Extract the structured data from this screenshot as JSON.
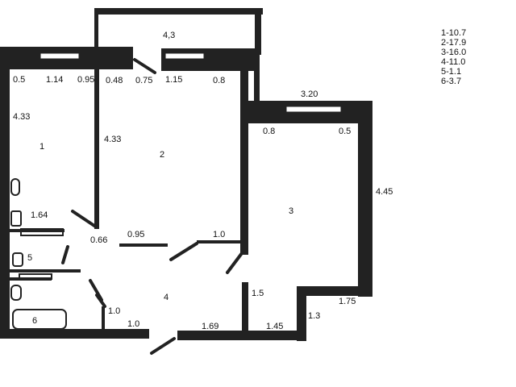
{
  "balcony_area": "4,3",
  "rooms": {
    "r1": "1",
    "r2": "2",
    "r3": "3",
    "r4": "4",
    "r5": "5",
    "r6": "6"
  },
  "dimensions": {
    "d_0_5": "0.5",
    "d_1_14": "1.14",
    "d_0_95_top": "0.95",
    "d_0_48": "0.48",
    "d_0_75": "0.75",
    "d_1_15": "1.15",
    "d_0_8_top": "0.8",
    "d_3_20": "3.20",
    "d_0_8_r3": "0.8",
    "d_0_5_r3": "0.5",
    "d_4_33_left": "4.33",
    "d_4_33_mid": "4.33",
    "d_4_45": "4.45",
    "d_1_64": "1.64",
    "d_0_66": "0.66",
    "d_0_95_bottom": "0.95",
    "d_1_0_r2": "1.0",
    "d_1_5": "1.5",
    "d_1_75": "1.75",
    "d_1_3": "1.3",
    "d_1_0_hall_v": "1.0",
    "d_1_0_hall_h": "1.0",
    "d_1_69": "1.69",
    "d_1_45": "1.45"
  },
  "legend": [
    "1-10.7",
    "2-17.9",
    "3-16.0",
    "4-11.0",
    "5-1.1",
    "6-3.7"
  ]
}
